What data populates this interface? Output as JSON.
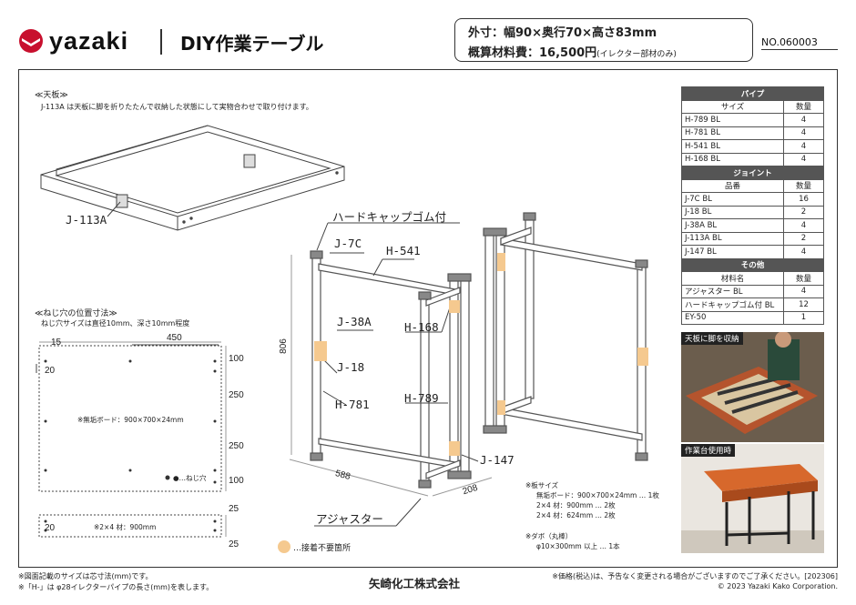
{
  "header": {
    "brand": "yazaki",
    "title": "DIY作業テーブル",
    "spec_line1": "外寸：幅90×奥行70×高さ83mm",
    "spec_line2": "概算材料費：16,500円",
    "spec_line2_note": "(イレクター部材のみ)",
    "doc_no": "NO.060003"
  },
  "tabletop": {
    "heading": "≪天板≫",
    "note": "J-113A は天板に脚を折りたたんで収納した状態にして実物合わせで取り付けます。",
    "label": "J-113A"
  },
  "screw": {
    "heading": "≪ねじ穴の位置寸法≫",
    "note": "ねじ穴サイズは直径10mm、深さ10mm程度",
    "d15": "15",
    "d450": "450",
    "d20a": "20",
    "d100a": "100",
    "d250a": "250",
    "d250b": "250",
    "d100b": "100",
    "board": "※無垢ボード：900×700×24mm",
    "hole": "●…ねじ穴",
    "d25a": "25",
    "d20b": "20",
    "d25b": "25",
    "lumber": "※2×4 材：900mm"
  },
  "assembly": {
    "hard_cap": "ハードキャップゴム付",
    "j7c": "J-7C",
    "h541": "H-541",
    "j38a": "J-38A",
    "h168": "H-168",
    "j18": "J-18",
    "h781": "H-781",
    "h789": "H-789",
    "j147": "J-147",
    "d806": "806",
    "d588": "588",
    "d208": "208",
    "adjuster": "アジャスター",
    "no_glue": "…接着不要箇所"
  },
  "boards": {
    "title": "※板サイズ",
    "l1": "無垢ボード：900×700×24mm … 1枚",
    "l2": "2×4 材：900mm … 2枚",
    "l3": "2×4 材：624mm … 2枚",
    "dowel_title": "※ダボ（丸棒）",
    "dowel": "φ10×300mm 以上 … 1本"
  },
  "parts": {
    "pipe": {
      "title": "パイプ",
      "col1": "サイズ",
      "col2": "数量",
      "rows": [
        [
          "H-789 BL",
          "4"
        ],
        [
          "H-781 BL",
          "4"
        ],
        [
          "H-541 BL",
          "4"
        ],
        [
          "H-168 BL",
          "4"
        ]
      ]
    },
    "joint": {
      "title": "ジョイント",
      "col1": "品番",
      "col2": "数量",
      "rows": [
        [
          "J-7C BL",
          "16"
        ],
        [
          "J-18 BL",
          "2"
        ],
        [
          "J-38A BL",
          "4"
        ],
        [
          "J-113A BL",
          "2"
        ],
        [
          "J-147 BL",
          "4"
        ]
      ]
    },
    "other": {
      "title": "その他",
      "col1": "材料名",
      "col2": "数量",
      "rows": [
        [
          "アジャスター BL",
          "4"
        ],
        [
          "ハードキャップゴム付 BL",
          "12"
        ],
        [
          "EY-50",
          "1"
        ]
      ]
    }
  },
  "photos": {
    "p1": "天板に脚を収納",
    "p2": "作業台使用時"
  },
  "footer": {
    "l1": "※図面記載のサイズは芯寸法(mm)です。",
    "l2": "※「H-」は φ28イレクターパイプの長さ(mm)を表します。",
    "company": "矢崎化工株式会社",
    "r1": "※価格(税込)は、予告なく変更される場合がございますのでご了承ください。[202306]",
    "r2": "© 2023 Yazaki Kako  Corporation."
  },
  "colors": {
    "brand_red": "#c8102e",
    "glue_dot": "#f5c98f",
    "table_head": "#555555"
  }
}
